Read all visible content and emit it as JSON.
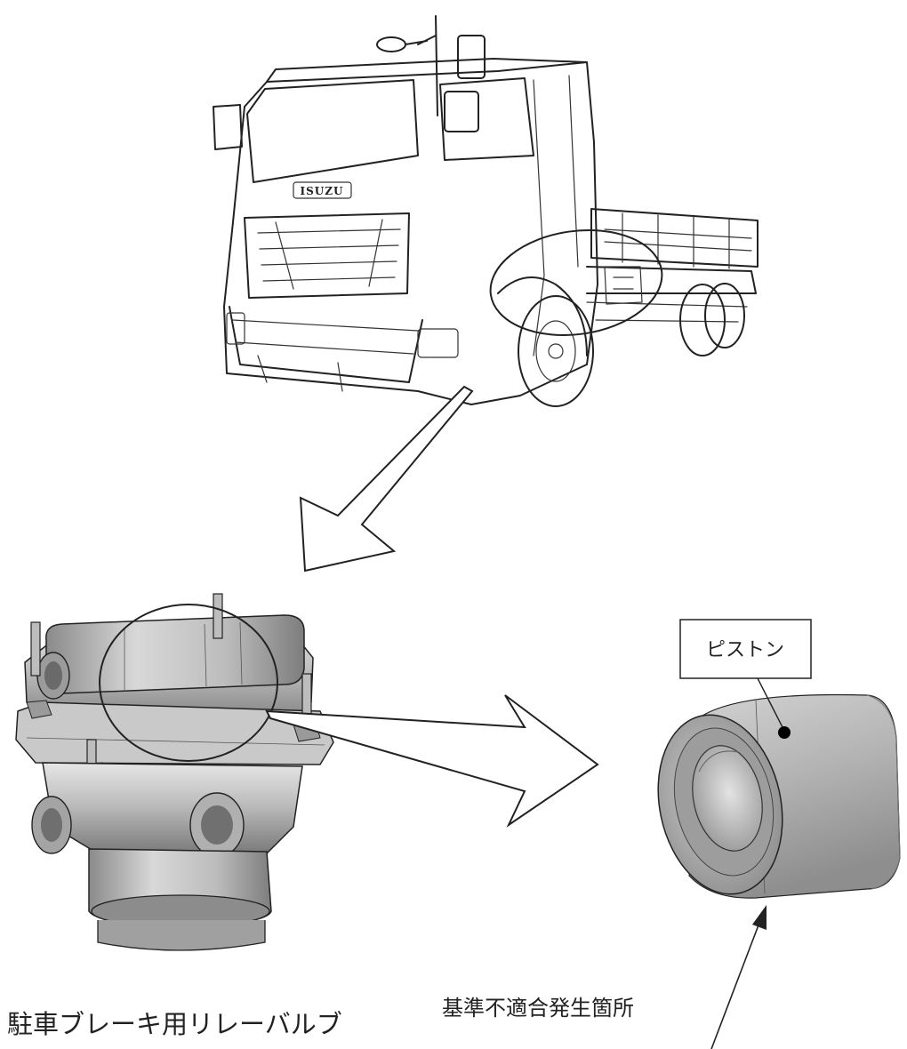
{
  "truck": {
    "badge": "ISUZU"
  },
  "labels": {
    "piston": "ピストン",
    "relay_valve": "駐車ブレーキ用リレーバルブ",
    "defect_location": "基準不適合発生箇所"
  },
  "colors": {
    "line": "#222222",
    "metal_light": "#d9d9d9",
    "metal_mid": "#a8a8a8",
    "metal_dark": "#6e6e6e"
  }
}
